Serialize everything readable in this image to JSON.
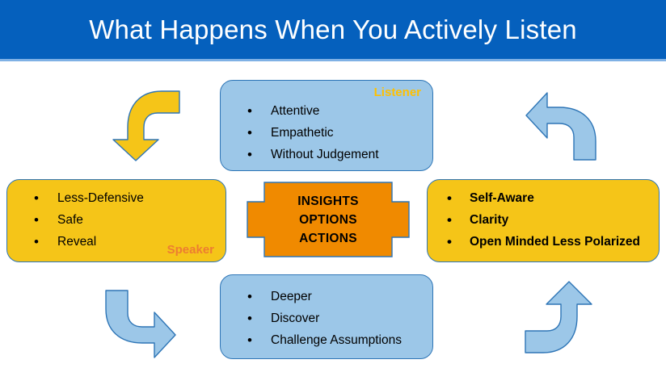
{
  "header": {
    "title": "What Happens When You Actively Listen",
    "bar_color": "#0560BD",
    "title_color": "#FFFFFF"
  },
  "colors": {
    "blue_box": "#9CC7E8",
    "yellow_box": "#F5C518",
    "center_orange": "#F08A00",
    "box_border": "#2E75B6",
    "arrow_yellow": "#F5C518",
    "arrow_blue": "#9CC7E8",
    "listener_label": "#FFC000",
    "speaker_label": "#ED7D31"
  },
  "boxes": {
    "listener": {
      "role_label": "Listener",
      "items": [
        "Attentive",
        "Empathetic",
        "Without Judgement"
      ]
    },
    "speaker": {
      "role_label": "Speaker",
      "items": [
        "Less-Defensive",
        "Safe",
        "Reveal"
      ]
    },
    "outcomes": {
      "items": [
        "Self-Aware",
        "Clarity",
        "Open Minded Less Polarized"
      ]
    },
    "conversation": {
      "items": [
        "Deeper",
        "Discover",
        "Challenge Assumptions"
      ]
    }
  },
  "center": {
    "lines": [
      "INSIGHTS",
      "OPTIONS",
      "ACTIONS"
    ]
  },
  "arrows": [
    {
      "name": "arrow-top-left",
      "icon": "curved-arrow-down-icon",
      "color": "#F5C518",
      "direction": "down"
    },
    {
      "name": "arrow-top-right",
      "icon": "curved-arrow-left-icon",
      "color": "#9CC7E8",
      "direction": "left"
    },
    {
      "name": "arrow-bottom-left",
      "icon": "curved-arrow-right-icon",
      "color": "#9CC7E8",
      "direction": "right"
    },
    {
      "name": "arrow-bottom-right",
      "icon": "curved-arrow-up-icon",
      "color": "#9CC7E8",
      "direction": "up"
    }
  ]
}
